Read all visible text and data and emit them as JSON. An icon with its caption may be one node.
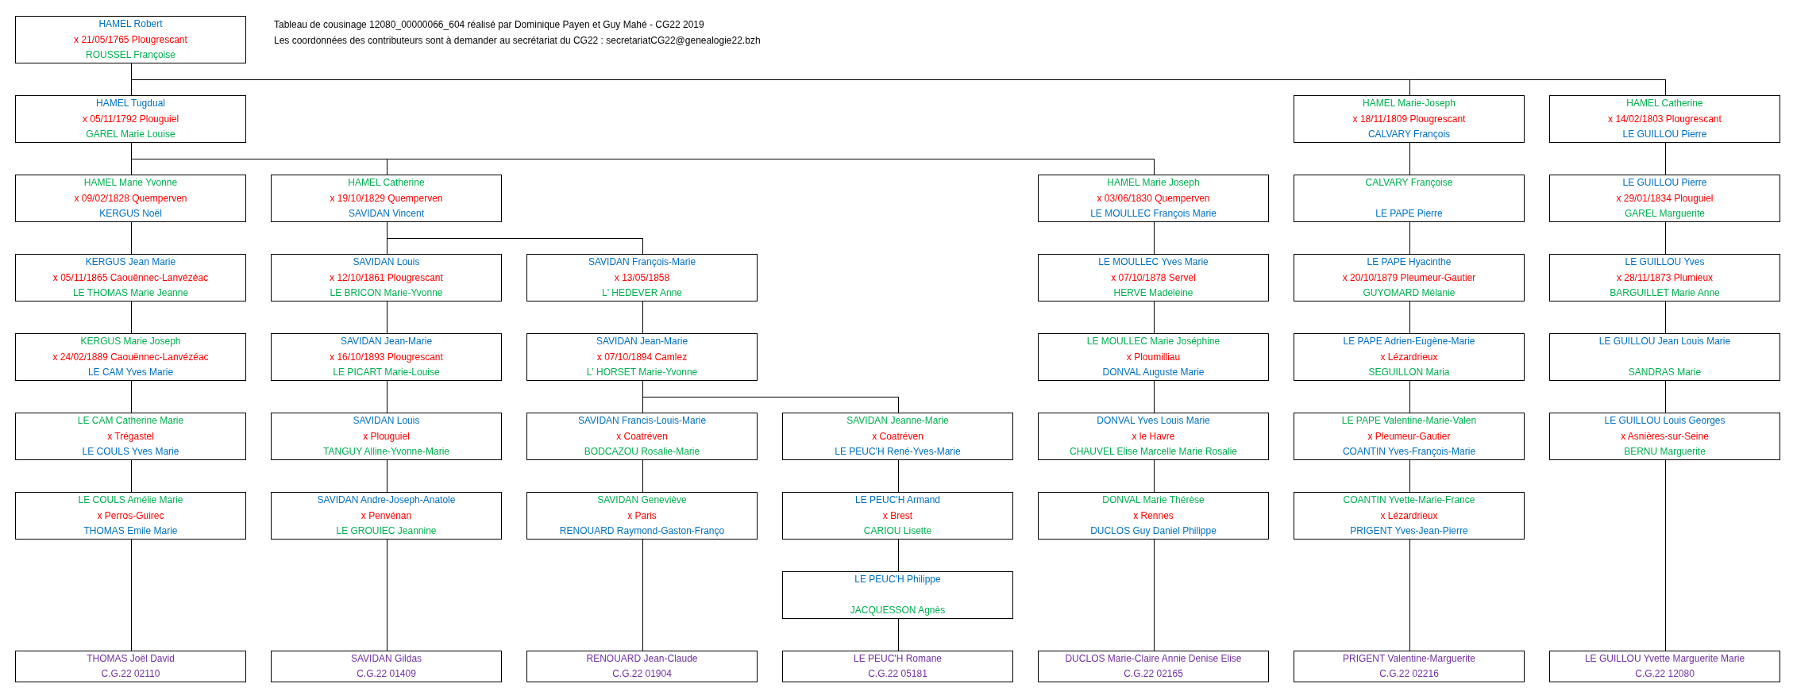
{
  "diagram": {
    "nodes": [
      {
        "text": [
          "HAMEL Robert",
          "x 21/05/1765 Plougrescant",
          "ROUSSEL Françoise"
        ]
      },
      {
        "text": [
          "HAMEL Tugdual",
          "x 05/11/1792 Plouguiel",
          "GAREL Marie Louise"
        ]
      },
      {
        "text": [
          "HAMEL Marie-Joseph",
          "x 18/11/1809 Plougrescant",
          "CALVARY François"
        ]
      },
      {
        "text": [
          "HAMEL Catherine",
          "x 14/02/1803 Plougrescant",
          "LE GUILLOU Pierre"
        ]
      },
      {
        "text": [
          "HAMEL Marie Yvonne",
          "x 09/02/1828 Quemperven",
          "KERGUS Noël"
        ]
      },
      {
        "text": [
          "HAMEL Catherine",
          "x 19/10/1829 Quemperven",
          "SAVIDAN Vincent"
        ]
      },
      {
        "text": [
          "HAMEL Marie Joseph",
          "x 03/06/1830 Quemperven",
          "LE MOULLEC François Marie"
        ]
      },
      {
        "text": [
          "CALVARY Françoise",
          "LE PAPE Pierre"
        ]
      },
      {
        "text": [
          "LE GUILLOU Pierre",
          "x 29/01/1834 Plouguiel",
          "GAREL Marguerite"
        ]
      },
      {
        "text": [
          "KERGUS Jean Marie",
          "x 05/11/1865 Caouënnec-Lanvézéac",
          "LE THOMAS Marie Jeanne"
        ]
      },
      {
        "text": [
          "SAVIDAN Louis",
          "x 12/10/1861 Plougrescant",
          "LE BRICON Marie-Yvonne"
        ]
      },
      {
        "text": [
          "SAVIDAN François-Marie",
          "x 13/05/1858",
          "L' HEDEVER Anne"
        ]
      },
      {
        "text": [
          "LE MOULLEC Yves Marie",
          "x 07/10/1878 Servel",
          "HERVE Madeleine"
        ]
      },
      {
        "text": [
          "LE PAPE Hyacinthe",
          "x 20/10/1879 Pleumeur-Gautier",
          "GUYOMARD Mélanie"
        ]
      },
      {
        "text": [
          "LE GUILLOU Yves",
          "x 28/11/1873 Plumieux",
          "BARGUILLET Marie Anne"
        ]
      },
      {
        "text": [
          "KERGUS Marie Joseph",
          "x 24/02/1889 Caouënnec-Lanvézéac",
          "LE CAM Yves Marie"
        ]
      },
      {
        "text": [
          "SAVIDAN Jean-Marie",
          "x 16/10/1893 Plougrescant",
          "LE PICART Marie-Louise"
        ]
      },
      {
        "text": [
          "SAVIDAN Jean-Marie",
          "x 07/10/1894 Camlez",
          "L' HORSET Marie-Yvonne"
        ]
      },
      {
        "text": [
          "LE MOULLEC Marie Joséphine",
          "x Ploumilliau",
          "DONVAL Auguste Marie"
        ]
      },
      {
        "text": [
          "LE PAPE Adrien-Eugène-Marie",
          "x Lézardrieux",
          "SEGUILLON Maria"
        ]
      },
      {
        "text": [
          "LE GUILLOU Jean Louis Marie",
          "SANDRAS Marie"
        ]
      },
      {
        "text": [
          "LE CAM Catherine Marie",
          "x Trégastel",
          "LE COULS Yves Marie"
        ]
      },
      {
        "text": [
          "SAVIDAN Louis",
          "x Plouguiel",
          "TANGUY Alline-Yvonne-Marie"
        ]
      },
      {
        "text": [
          "SAVIDAN Francis-Louis-Marie",
          "x Coatréven",
          "BODCAZOU Rosalie-Marie"
        ]
      },
      {
        "text": [
          "SAVIDAN Jeanne-Marie",
          "x Coatréven",
          "LE PEUC'H René-Yves-Marie"
        ]
      },
      {
        "text": [
          "DONVAL Yves Louis Marie",
          "x le Havre",
          "CHAUVEL Elise Marcelle Marie Rosalie"
        ]
      },
      {
        "text": [
          "LE PAPE Valentine-Marie-Valen",
          "x Pleumeur-Gautier",
          "COANTIN Yves-François-Marie"
        ]
      },
      {
        "text": [
          "LE GUILLOU Louis Georges",
          "x Asnières-sur-Seine",
          "BERNU Marguerite"
        ]
      },
      {
        "text": [
          "LE COULS Amélie Marie",
          "x Perros-Guirec",
          "THOMAS Emile Marie"
        ]
      },
      {
        "text": [
          "SAVIDAN Andre-Joseph-Anatole",
          "x Penvénan",
          "LE GROUIEC Jeannine"
        ]
      },
      {
        "text": [
          "SAVIDAN Geneviève",
          "x Paris",
          "RENOUARD Raymond-Gaston-Franço"
        ]
      },
      {
        "text": [
          "LE PEUC'H Armand",
          "x Brest",
          "CARIOU Lisette"
        ]
      },
      {
        "text": [
          "DONVAL Marie Thérèse",
          "x Rennes",
          "DUCLOS Guy Daniel Philippe"
        ]
      },
      {
        "text": [
          "COANTIN Yvette-Marie-France",
          "x Lézardrieux",
          "PRIGENT Yves-Jean-Pierre"
        ]
      },
      {
        "text": [
          "LE PEUC'H Philippe",
          "JACQUESSON Agnès"
        ]
      },
      {
        "text": [
          "THOMAS Joël David",
          "C.G.22 02110"
        ]
      },
      {
        "text": [
          "SAVIDAN Gildas",
          "C.G.22 01409"
        ]
      },
      {
        "text": [
          "RENOUARD Jean-Claude",
          "C.G.22 01904"
        ]
      },
      {
        "text": [
          "LE PEUC'H Romane",
          "C.G.22 05181"
        ]
      },
      {
        "text": [
          "DUCLOS Marie-Claire Annie Denise Elise",
          "C.G.22 02165"
        ]
      },
      {
        "text": [
          "PRIGENT Valentine-Marguerite",
          "C.G.22 02216"
        ]
      },
      {
        "text": [
          "LE GUILLOU Yvette Marguerite Marie",
          "C.G.22 12080"
        ]
      }
    ],
    "edges": [
      {
        "from": 0,
        "to": 1,
        "arrow": "none"
      },
      {
        "from": 0,
        "to": 2,
        "arrow": "none"
      },
      {
        "from": 0,
        "to": 3,
        "arrow": "none"
      },
      {
        "from": 1,
        "to": 4,
        "arrow": "none"
      },
      {
        "from": 1,
        "to": 5,
        "arrow": "none"
      },
      {
        "from": 1,
        "to": 6,
        "arrow": "none"
      },
      {
        "from": 2,
        "to": 7,
        "arrow": "none"
      },
      {
        "from": 3,
        "to": 8,
        "arrow": "none"
      },
      {
        "from": 4,
        "to": 9,
        "arrow": "none"
      },
      {
        "from": 5,
        "to": 10,
        "arrow": "none"
      },
      {
        "from": 5,
        "to": 11,
        "arrow": "none"
      },
      {
        "from": 6,
        "to": 12,
        "arrow": "none"
      },
      {
        "from": 7,
        "to": 13,
        "arrow": "none"
      },
      {
        "from": 8,
        "to": 14,
        "arrow": "none"
      },
      {
        "from": 9,
        "to": 15,
        "arrow": "none"
      },
      {
        "from": 10,
        "to": 16,
        "arrow": "none"
      },
      {
        "from": 11,
        "to": 17,
        "arrow": "none"
      },
      {
        "from": 12,
        "to": 18,
        "arrow": "none"
      },
      {
        "from": 13,
        "to": 19,
        "arrow": "none"
      },
      {
        "from": 14,
        "to": 20,
        "arrow": "none"
      },
      {
        "from": 15,
        "to": 21,
        "arrow": "none"
      },
      {
        "from": 16,
        "to": 22,
        "arrow": "none"
      },
      {
        "from": 17,
        "to": 23,
        "arrow": "none"
      },
      {
        "from": 17,
        "to": 24,
        "arrow": "none"
      },
      {
        "from": 18,
        "to": 25,
        "arrow": "none"
      },
      {
        "from": 19,
        "to": 26,
        "arrow": "none"
      },
      {
        "from": 20,
        "to": 27,
        "arrow": "none"
      },
      {
        "from": 21,
        "to": 28,
        "arrow": "none"
      },
      {
        "from": 22,
        "to": 29,
        "arrow": "none"
      },
      {
        "from": 23,
        "to": 30,
        "arrow": "none"
      },
      {
        "from": 24,
        "to": 31,
        "arrow": "none"
      },
      {
        "from": 25,
        "to": 32,
        "arrow": "none"
      },
      {
        "from": 26,
        "to": 33,
        "arrow": "none"
      },
      {
        "from": 27,
        "to": 41,
        "arrow": "none"
      },
      {
        "from": 28,
        "to": 35,
        "arrow": "none"
      },
      {
        "from": 29,
        "to": 36,
        "arrow": "none"
      },
      {
        "from": 30,
        "to": 37,
        "arrow": "none"
      },
      {
        "from": 31,
        "to": 34,
        "arrow": "none"
      },
      {
        "from": 32,
        "to": 39,
        "arrow": "none"
      },
      {
        "from": 33,
        "to": 40,
        "arrow": "none"
      },
      {
        "from": 34,
        "to": 38,
        "arrow": "none"
      }
    ],
    "labels": [
      "Tableau de cousinage 12080_00000066_604 réalisé par Dominique Payen et Guy Mahé - CG22 2019",
      "Les coordonnées des contributeurs sont à demander au secrétariat du CG22 : secretariatCG22@genealogie22.bzh"
    ]
  }
}
